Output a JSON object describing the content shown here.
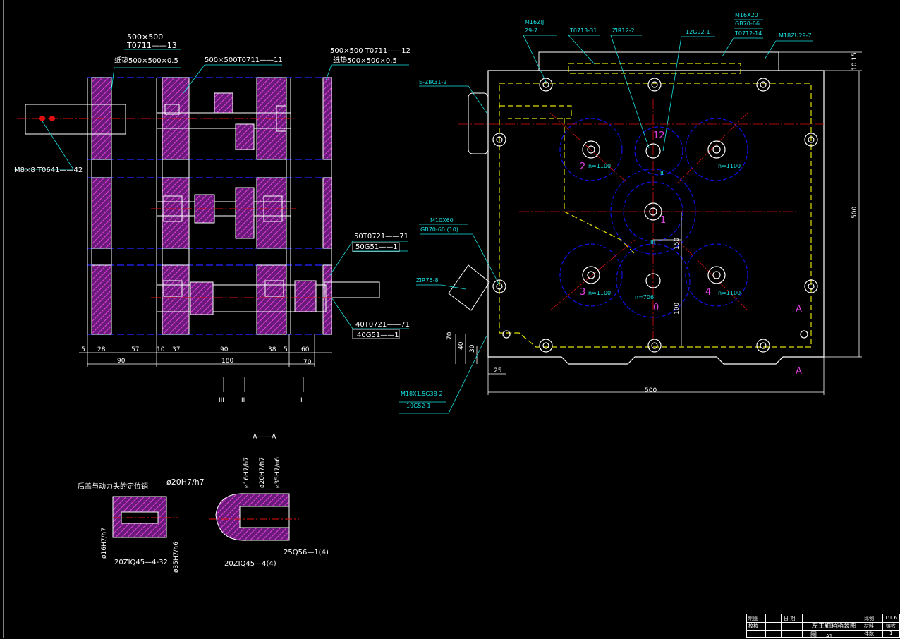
{
  "labels": {
    "l500x500": "500×500",
    "t0711_13": "T0711——13",
    "zhidian_left": "纸垫500×500×0.5",
    "t0711_11": "500×500T0711——11",
    "t0711_12": "500×500 T0711——12",
    "zhidian_right": "纸垫500×500×0.5",
    "m8x8": "M8×8 T0641——42",
    "t0721_71a": "50T0721——71",
    "g51_1a": "50G51——1",
    "t0721_71b": "40T0721——71",
    "g51_1b": "40G51——1",
    "dims_bottom_top": [
      "5",
      "28",
      "57",
      "10",
      "37",
      "90",
      "38",
      "5",
      "60"
    ],
    "dims_bottom_low": [
      "90",
      "180",
      "70"
    ],
    "roman_III": "III",
    "roman_II": "II",
    "roman_I": "I",
    "section_aa": "A——A",
    "pin_note": "后盖与动力头的定位销",
    "fit_20h7": "ø20H7/h7",
    "fit_16h7_left": "ø16H7/h7",
    "fit_35h7_left": "ø35H7/n6",
    "part_20zi_32": "20ZIQ45—4-32",
    "fit_16h7_right": "ø16H7/h7",
    "fit_20h7_right": "ø20H7/h7",
    "fit_35h7_right": "ø35H7/n6",
    "part_20zi_4": "20ZIQ45—4(4)",
    "part_25q56": "25Q56—1(4)",
    "m16zij": "M16ZIJ",
    "m16zij_b": "29-7",
    "t0713": "T0713-31",
    "zir12": "ZIR12-2",
    "g92": "12G92-1",
    "m16x20": "M16X20",
    "gb70_66": "GB70-66",
    "t0712": "T0712-14",
    "m18zu": "M18ZU29-7",
    "ezir": "E-ZIR31-2",
    "m10x60": "M10X60",
    "gb70_60": "GB70-60 (10)",
    "zir75": "ZIR75-8",
    "m18x15": "M18X1.5G38-2",
    "g52": "19G52-1",
    "dim_500_bottom": "500",
    "dim_500_right": "500",
    "dim_1015": "10 15",
    "dim_150": "150",
    "dim_100": "100",
    "dim_70": "70",
    "dim_40": "40",
    "dim_30": "30",
    "dim_25": "25",
    "spindle_1": "1",
    "spindle_2": "2",
    "spindle_3": "3",
    "spindle_4": "4",
    "spindle_12": "12",
    "spindle_0": "0",
    "n1100_a": "n=1100",
    "n1100_b": "n=1100",
    "n1100_c": "n=1100",
    "n1100_d": "n=1100",
    "n706": "n=706",
    "shaft_II": "II",
    "shaft_III": "III",
    "section_a_top": "A",
    "section_a_bot": "A"
  },
  "title_block": {
    "zhitu": "制图",
    "jiaohe": "校核",
    "riqi": "日 期",
    "title": "左主轴箱箱装图",
    "title2": "图",
    "bili": "比例",
    "bili_val": "1:1.6",
    "cailiao": "材料",
    "cailiao_val": "铸铁",
    "jianshu": "件数",
    "jianshu_val": "1",
    "a1": "A1"
  },
  "colors": {
    "background": "#000000",
    "outline": "#ffffff",
    "leader": "#19e0e0",
    "hatch": "#e040e0",
    "gear": "#1010e0",
    "centerline": "#e01010",
    "hidden": "#e0e000"
  }
}
